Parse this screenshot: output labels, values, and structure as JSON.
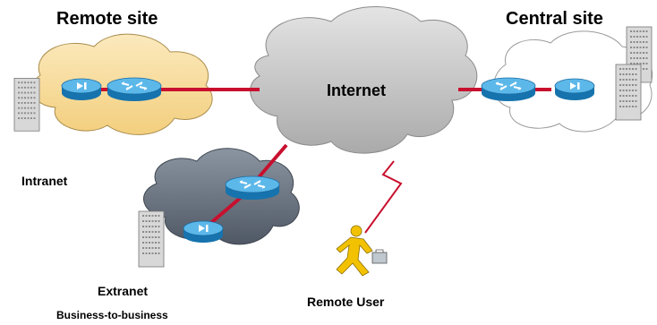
{
  "labels": {
    "remote_site": "Remote site",
    "central_site": "Central site",
    "internet": "Internet",
    "intranet": "Intranet",
    "extranet": "Extranet",
    "b2b": "Business-to-business",
    "remote_user": "Remote User"
  },
  "colors": {
    "link": "#c8102e",
    "router": "#1e8fd0",
    "router_top": "#5db8ea",
    "internet_cloud": "#c9c9c9",
    "remote_cloud": "#f9dfa3",
    "central_cloud": "#ffffff",
    "extranet_cloud": "#6f7a87",
    "building": "#dcdcdc",
    "person": "#f2c200"
  },
  "icons": [
    "router-icon",
    "vpn-concentrator-icon",
    "building-icon",
    "cloud-icon",
    "person-with-briefcase-icon"
  ]
}
